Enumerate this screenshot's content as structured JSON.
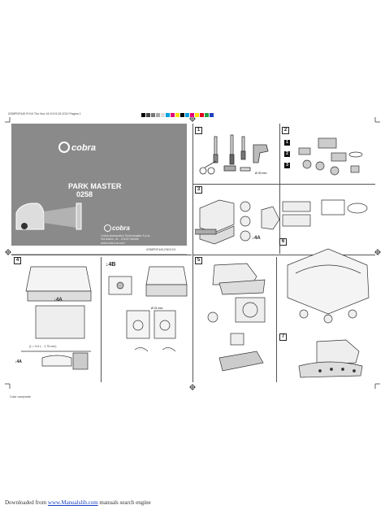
{
  "header_line": "0258PDF440.FH10   Thu Nov 18 10:01:53 2010   Pagina 1",
  "cover": {
    "brand": "cobra",
    "product_title": "PARK MASTER",
    "product_code": "0258",
    "brand_bottom": "cobra",
    "company_lines": [
      "Cobra Automotive Technologies S.p.A.",
      "Via Astico, 41 - 21100 Varese",
      "www.cobra-at.com"
    ],
    "code_strip": "0258PDF440-ENG/1/3"
  },
  "steps": [
    "1",
    "2",
    "3",
    "4",
    "5",
    "6",
    "7"
  ],
  "labels": {
    "arrow_4a": "4A",
    "arrow_4b": "4B",
    "arrow_4a_left": "4A",
    "arrow_4a_step3": "4A",
    "dim_label": "(L = 9.6 L - 1.75 mm)",
    "drill_label": "Ø 20 mm",
    "cutting_label": "Ø 21 mm"
  },
  "colour_bar": [
    "#000000",
    "#444444",
    "#777777",
    "#aaaaaa",
    "#dddddd",
    "#00a0e0",
    "#e0007a",
    "#ffe000",
    "#000000",
    "#00a0e0",
    "#e0007a",
    "#ffe000",
    "#e00020",
    "#20a040",
    "#2040c0"
  ],
  "corner_note": "Color composite",
  "footer": {
    "prefix": "Downloaded from ",
    "link": "www.Manualslib.com",
    "suffix": " manuals search engine"
  },
  "colors": {
    "cover_gray": "#8a8a8a",
    "link_blue": "#1a3fbf"
  }
}
